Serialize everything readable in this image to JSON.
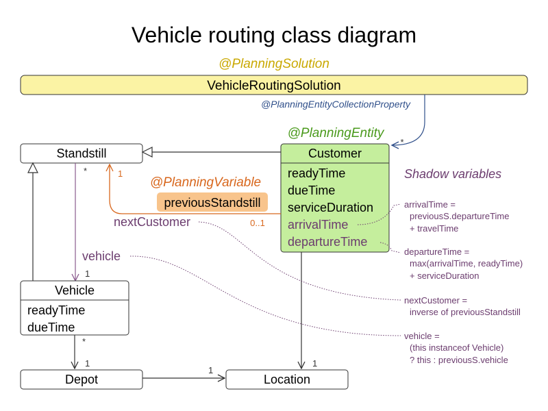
{
  "title": "Vehicle routing class diagram",
  "colors": {
    "solution_fill": "#fbf3a4",
    "solution_annotation": "#c9a800",
    "entity_fill": "#c5ee9d",
    "entity_annotation": "#4a9a1c",
    "variable_color": "#d8671d",
    "variable_fill": "#f8c48c",
    "shadow_color": "#6b3c6e",
    "collection_color": "#2f4f8a"
  },
  "solution": {
    "annotation": "@PlanningSolution",
    "name": "VehicleRoutingSolution",
    "collection_annotation": "@PlanningEntityCollectionProperty"
  },
  "customer": {
    "annotation": "@PlanningEntity",
    "name": "Customer",
    "fields": [
      "readyTime",
      "dueTime",
      "serviceDuration"
    ],
    "shadow_fields": [
      "arrivalTime",
      "departureTime"
    ]
  },
  "standstill": {
    "name": "Standstill"
  },
  "vehicle": {
    "name": "Vehicle",
    "fields": [
      "readyTime",
      "dueTime"
    ]
  },
  "depot": {
    "name": "Depot"
  },
  "location": {
    "name": "Location"
  },
  "planning_variable": {
    "annotation": "@PlanningVariable",
    "name": "previousStandstill"
  },
  "refs": {
    "next_customer": "nextCustomer",
    "vehicle": "vehicle"
  },
  "multiplicities": {
    "collection_star": "*",
    "prev_one": "1",
    "prev_zero_one": "0..1",
    "standstill_vehicle_star": "*",
    "standstill_vehicle_one": "1",
    "vehicle_depot_star": "*",
    "vehicle_depot_one": "1",
    "depot_location_one": "1",
    "customer_location_one": "1"
  },
  "shadow": {
    "heading": "Shadow variables",
    "arrival": [
      "arrivalTime =",
      "previousS.departureTime",
      "+ travelTime"
    ],
    "departure": [
      "departureTime =",
      "max(arrivalTime, readyTime)",
      "+ serviceDuration"
    ],
    "next_customer": [
      "nextCustomer =",
      "inverse of previousStandstill"
    ],
    "vehicle": [
      "vehicle =",
      "(this instanceof Vehicle)",
      "? this : previousS.vehicle"
    ]
  }
}
